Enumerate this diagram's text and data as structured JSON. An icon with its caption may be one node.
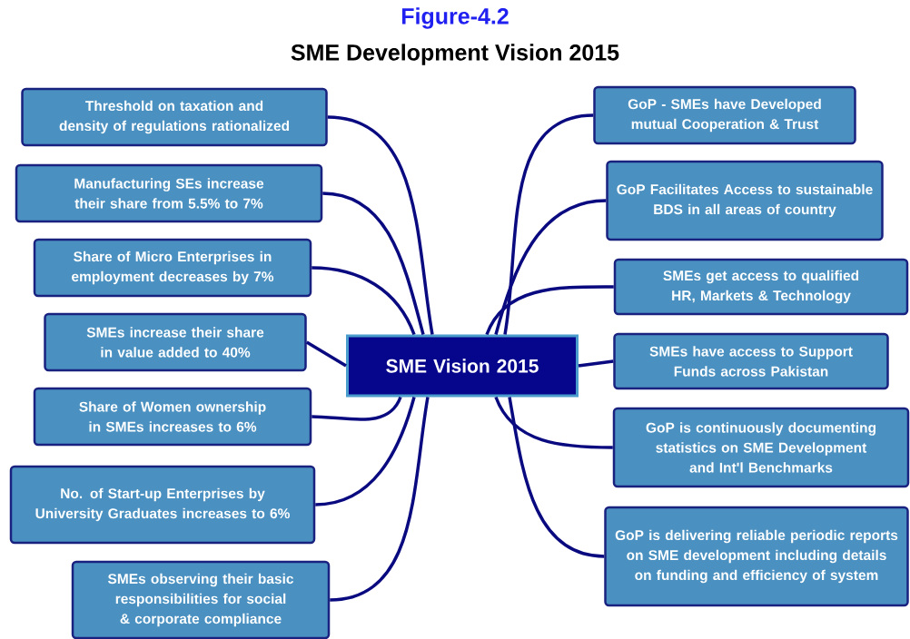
{
  "diagram": {
    "title": "SME Development Vision 2015",
    "labels": [
      "Figure-4.2"
    ],
    "nodes": [
      {
        "text": [
          "SME Vision 2015"
        ]
      },
      {
        "text": [
          "Threshold on taxation and density of regulations rationalized"
        ]
      },
      {
        "text": [
          "Manufacturing SEs increase their share from 5.5% to 7%"
        ]
      },
      {
        "text": [
          "Share of Micro Enterprises in employment decreases by 7%"
        ]
      },
      {
        "text": [
          "SMEs increase their share in value added to 40%"
        ]
      },
      {
        "text": [
          "Share of Women ownership in SMEs increases to 6%"
        ]
      },
      {
        "text": [
          "No. of Start-up Enterprises by University Graduates increases to 6%"
        ]
      },
      {
        "text": [
          "SMEs observing their basic responsibilities for social & corporate compliance"
        ]
      },
      {
        "text": [
          "GoP - SMEs have Developed mutual Cooperation & Trust"
        ]
      },
      {
        "text": [
          "GoP Facilitates Access to sustainable BDS in all areas of country"
        ]
      },
      {
        "text": [
          "SMEs get access to qualified HR, Markets & Technology"
        ]
      },
      {
        "text": [
          "SMEs have access to Support Funds across Pakistan"
        ]
      },
      {
        "text": [
          "GoP is continuously documenting statistics on SME Development and Int'l Benchmarks"
        ]
      },
      {
        "text": [
          "GoP is delivering reliable periodic reports on SME development including details on funding and efficiency of system"
        ]
      }
    ],
    "edges": [
      {
        "from": 0,
        "to": 1,
        "arrow": "none"
      },
      {
        "from": 0,
        "to": 2,
        "arrow": "none"
      },
      {
        "from": 0,
        "to": 3,
        "arrow": "none"
      },
      {
        "from": 0,
        "to": 4,
        "arrow": "none"
      },
      {
        "from": 0,
        "to": 5,
        "arrow": "none"
      },
      {
        "from": 0,
        "to": 6,
        "arrow": "none"
      },
      {
        "from": 0,
        "to": 7,
        "arrow": "none"
      },
      {
        "from": 0,
        "to": 8,
        "arrow": "none"
      },
      {
        "from": 0,
        "to": 9,
        "arrow": "none"
      },
      {
        "from": 0,
        "to": 10,
        "arrow": "none"
      },
      {
        "from": 0,
        "to": 11,
        "arrow": "none"
      },
      {
        "from": 0,
        "to": 12,
        "arrow": "none"
      },
      {
        "from": 0,
        "to": 13,
        "arrow": "none"
      }
    ]
  }
}
